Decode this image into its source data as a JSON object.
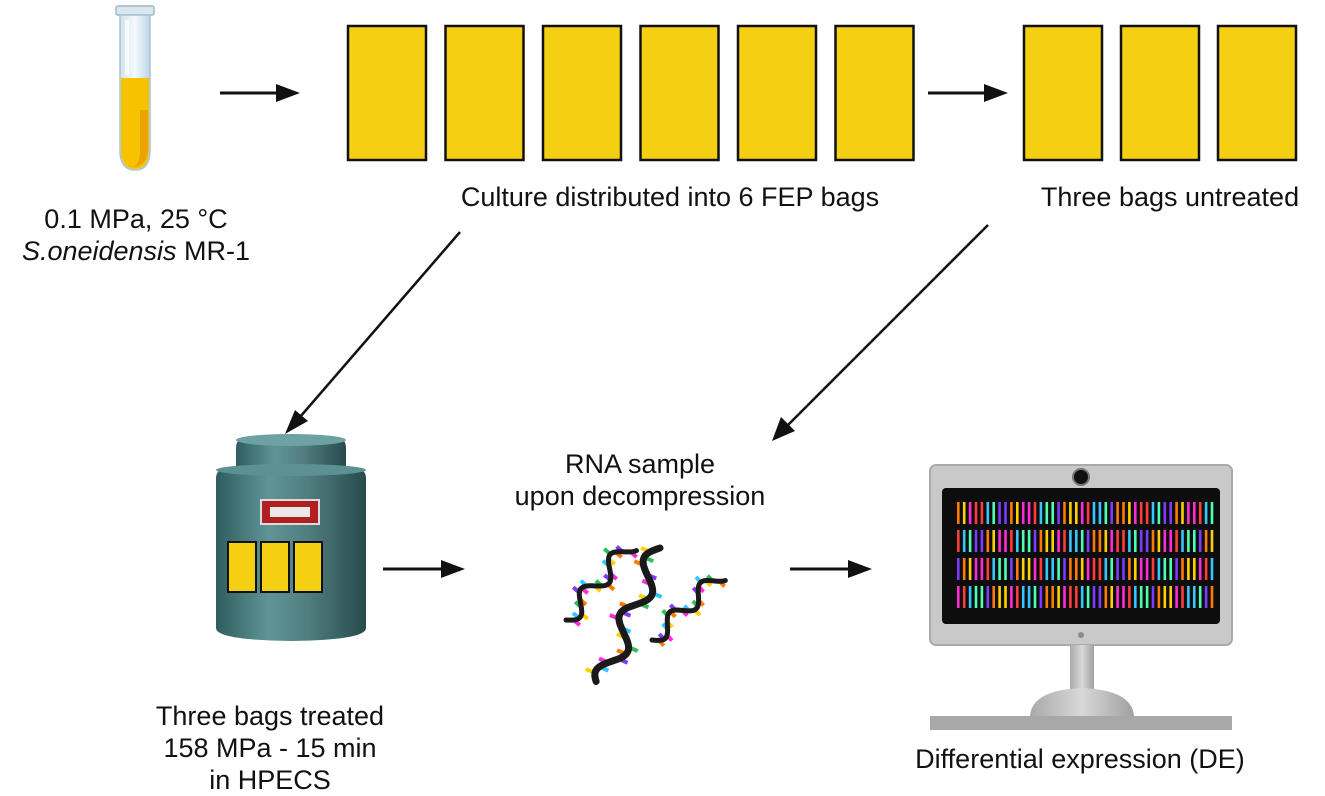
{
  "labels": {
    "initial_line1": "0.1 MPa, 25 °C",
    "initial_species": "S.oneidensis",
    "initial_strain": " MR-1",
    "distributed": "Culture distributed into 6 FEP bags",
    "untreated": "Three bags untreated",
    "rna_line1": "RNA sample",
    "rna_line2": "upon decompression",
    "treated_line1": "Three bags treated",
    "treated_line2": "158 MPa - 15 min",
    "treated_line3": "in HPECS",
    "de": "Differential expression (DE)"
  },
  "colors": {
    "bag_fill": "#f5cf12",
    "culture": "#f7c300",
    "vessel": "#4f8384",
    "monitor_frame": "#c9c9c9",
    "screen": "#0d0d0d",
    "arrow": "#111111"
  },
  "bags_distributed_count": 6,
  "bags_untreated_count": 3,
  "bags_treated_count": 3
}
